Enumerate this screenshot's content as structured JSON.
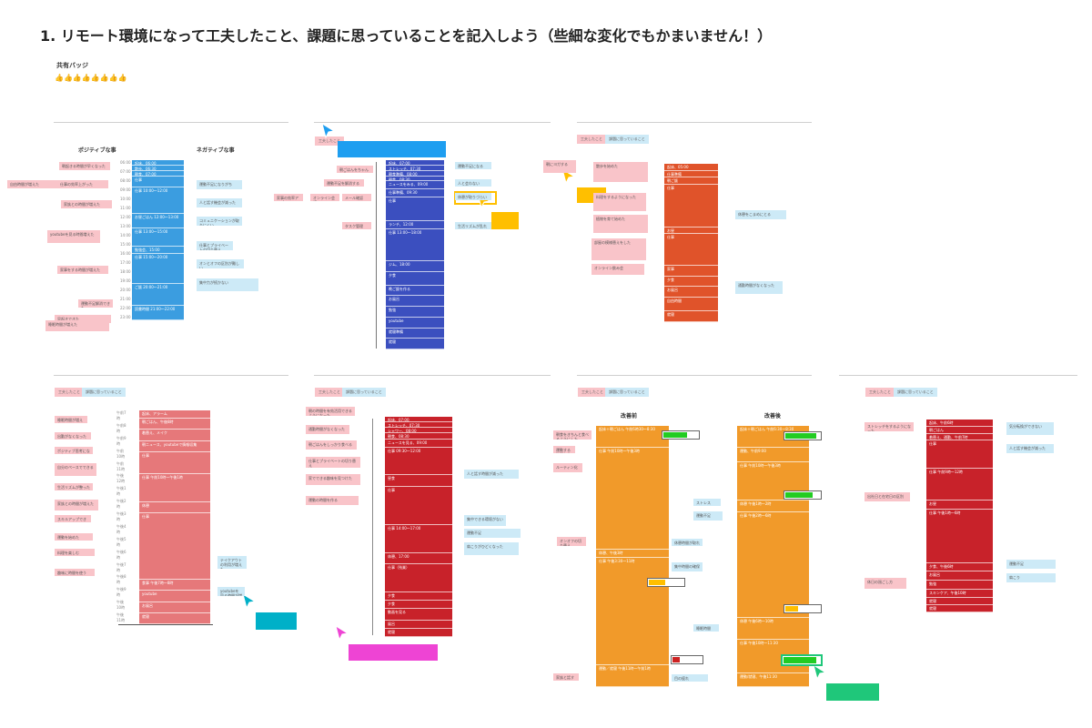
{
  "title": "1. リモート環境になって工夫したこと、課題に思っていることを記入しよう（些細な変化でもかまいません！）",
  "badge_label": "共有バッジ",
  "badges": "👍👍👍👍👍👍👍👍",
  "panel1": {
    "positive_label": "ポジティブな事",
    "negative_label": "ネガティブな事",
    "ticks": [
      "06:00",
      "07:00",
      "08:00",
      "09:00",
      "10:00",
      "11:00",
      "12:00",
      "13:00",
      "14:00",
      "15:00",
      "16:00",
      "17:00",
      "18:00",
      "19:00",
      "20:00",
      "21:00",
      "22:00",
      "23:00"
    ],
    "blocks": [
      "起床、06:00",
      "散歩、06:30",
      "朝食、07:00",
      "仕事",
      "仕事 10:00〜12:00",
      "お昼ごはん 12:00〜13:00",
      "仕事 13:00〜15:00",
      "勉強会、15:00",
      "仕事 15:00〜20:00",
      "ご飯 20:00〜21:00",
      "読書時間 21:00〜22:00"
    ],
    "left_stickies": [
      "朝起きる時間が早くなった",
      "自由時間が増えた",
      "仕事の効率上がった",
      "家族との時間が増えた",
      "youtubeを見る時間増えた",
      "家事をする時間が増えた",
      "運動不足解消できた",
      "早起きできた",
      "睡眠時間が増えた"
    ],
    "right_stickies": [
      "運動不足になりがち",
      "人と話す機会が減った",
      "コミュニケーションが取りにくい",
      "仕事とプライベートの切り替え",
      "オンとオフの区別が難しい",
      "集中力が続かない"
    ]
  },
  "panel2": {
    "tags": [
      "工夫したこと",
      "課題に思っていること"
    ],
    "blocks": [
      "起床、07:00",
      "ストレッチ、07:30",
      "朝食準備、08:00",
      "朝食、08:30",
      "ニュースをみる、09:00",
      "仕事準備、09:30",
      "仕事",
      "ランチ、12:00",
      "仕事 13:00〜18:00",
      "ジム、18:00",
      "夕食",
      "晩ご飯を作る",
      "お風呂",
      "勉強",
      "youtube",
      "就寝準備",
      "就寝"
    ],
    "left_stickies": [
      "朝ごはんをちゃんと食べる",
      "運動不足を解消する",
      "家事の効率アップ",
      "オンライン会議",
      "メール確認",
      "タスク管理"
    ],
    "right_stickies": [
      "運動不足になる",
      "人と会わない",
      "休憩が取りづらい",
      "生活リズムが乱れる"
    ]
  },
  "panel3": {
    "tags": [
      "工夫したこと",
      "課題に思っていること"
    ],
    "blocks": [
      "起床、05:00",
      "仕事準備",
      "朝ご飯",
      "仕事",
      "お昼",
      "仕事",
      "家事",
      "夕食",
      "お風呂",
      "自由時間",
      "就寝"
    ],
    "left_stickies": [
      "朝にヨガする",
      "散歩を始めた",
      "料理をするようになった",
      "植物を育て始めた",
      "部屋の模様替えをした",
      "オンライン飲み会"
    ],
    "right_stickies": [
      "休憩をこまめにとる",
      "通勤時間がなくなった"
    ]
  },
  "panel4": {
    "tags": [
      "工夫したこと",
      "課題に思っていること"
    ],
    "ticks": [
      "午前7時",
      "午前8時",
      "午前9時",
      "午前10時",
      "午前11時",
      "午後12時",
      "午後1時",
      "午後2時",
      "午後3時",
      "午後4時",
      "午後5時",
      "午後6時",
      "午後7時",
      "午後8時",
      "午後9時",
      "午後10時",
      "午後11時"
    ],
    "blocks": [
      "起床、アラーム",
      "朝ごはん、午後8時",
      "着替え、メイク",
      "朝ニュース、youtubeで情報収集",
      "仕事",
      "仕事 午前10時〜午後1時",
      "休憩",
      "仕事",
      "食事 午後7時〜8時",
      "youtube",
      "お風呂",
      "就寝"
    ],
    "left_stickies": [
      "睡眠時間が増えた",
      "出勤がなくなった",
      "ポジティブ思考になった",
      "自分のペースでできる",
      "生活リズムが整った",
      "家族との時間が増えた",
      "スキルアップできた",
      "運動を始めた",
      "料理を楽しむ",
      "趣味に時間を使う"
    ],
    "right_stickies": [
      "テイクアウトの利用が増えた",
      "youtubeを見る時間が増えた"
    ]
  },
  "panel5": {
    "blocks": [
      "起床、07:00",
      "ストレッチ、07:30",
      "シャワー、08:00",
      "朝食、08:30",
      "ニュースを見る、09:00",
      "仕事 09:30〜12:00",
      "昼食",
      "仕事",
      "仕事 14:00〜17:00",
      "休憩、17:00",
      "仕事（残業）",
      "夕食",
      "夕食",
      "動画を見る",
      "風呂",
      "就寝"
    ],
    "left_stickies": [
      "朝の時間を有効活用できるようになった",
      "通勤時間がなくなった",
      "朝ごはんをしっかり食べる",
      "仕事とプライベートの切り替え",
      "家でできる趣味を見つけた",
      "運動の時間を作る"
    ],
    "right_stickies": [
      "人と話す時間が減った",
      "集中できる環境がない",
      "運動不足",
      "肩こりがひどくなった"
    ]
  },
  "panel6": {
    "tags": [
      "工夫したこと",
      "課題に思っていること"
    ],
    "before_label": "改善前",
    "after_label": "改善後",
    "before_blocks": [
      "起床＋朝ごはん 午前6時30〜8:30",
      "仕事 午前10時〜午後3時",
      "休憩、午後3時",
      "仕事 午後3:30〜11時",
      "運動／就寝 午後11時〜午前1時"
    ],
    "after_blocks": [
      "起床＋朝ごはん 午前6:30〜8:30",
      "運動、午前9:00",
      "仕事 午前10時〜午後3時",
      "休憩 午後1時〜2時",
      "仕事 午後2時〜6時",
      "休憩 午後6時〜10時",
      "仕事 午後10時〜11:30",
      "運動/就寝、午後11:30"
    ],
    "left_stickies": [
      "朝食をきちんと食べるようにした",
      "運動する時間を作った",
      "ルーティン化",
      "オンオフの切り替え",
      "家族と話す"
    ],
    "right_stickies": [
      "休憩時間が取れていない",
      "集中時間の確保",
      "ストレス",
      "運動不足",
      "睡眠時間",
      "目の疲れ"
    ]
  },
  "panel7": {
    "tags": [
      "工夫したこと",
      "課題に思っていること"
    ],
    "blocks": [
      "起床、午前6時",
      "朝ごはん",
      "着替え、通勤、午前7時",
      "仕事",
      "仕事 午前9時〜12時",
      "お昼",
      "仕事 午後1時〜6時",
      "夕食、午後6時",
      "お風呂",
      "勉強",
      "スキンケア、午後10時",
      "就寝",
      "就寝"
    ],
    "left_stickies": [
      "ストレッチをするようになった",
      "出社日と在宅日の区別",
      "休日の過ごし方"
    ],
    "right_stickies": [
      "気分転換ができない",
      "人と話す機会が減った",
      "運動不足",
      "肩こり"
    ]
  }
}
